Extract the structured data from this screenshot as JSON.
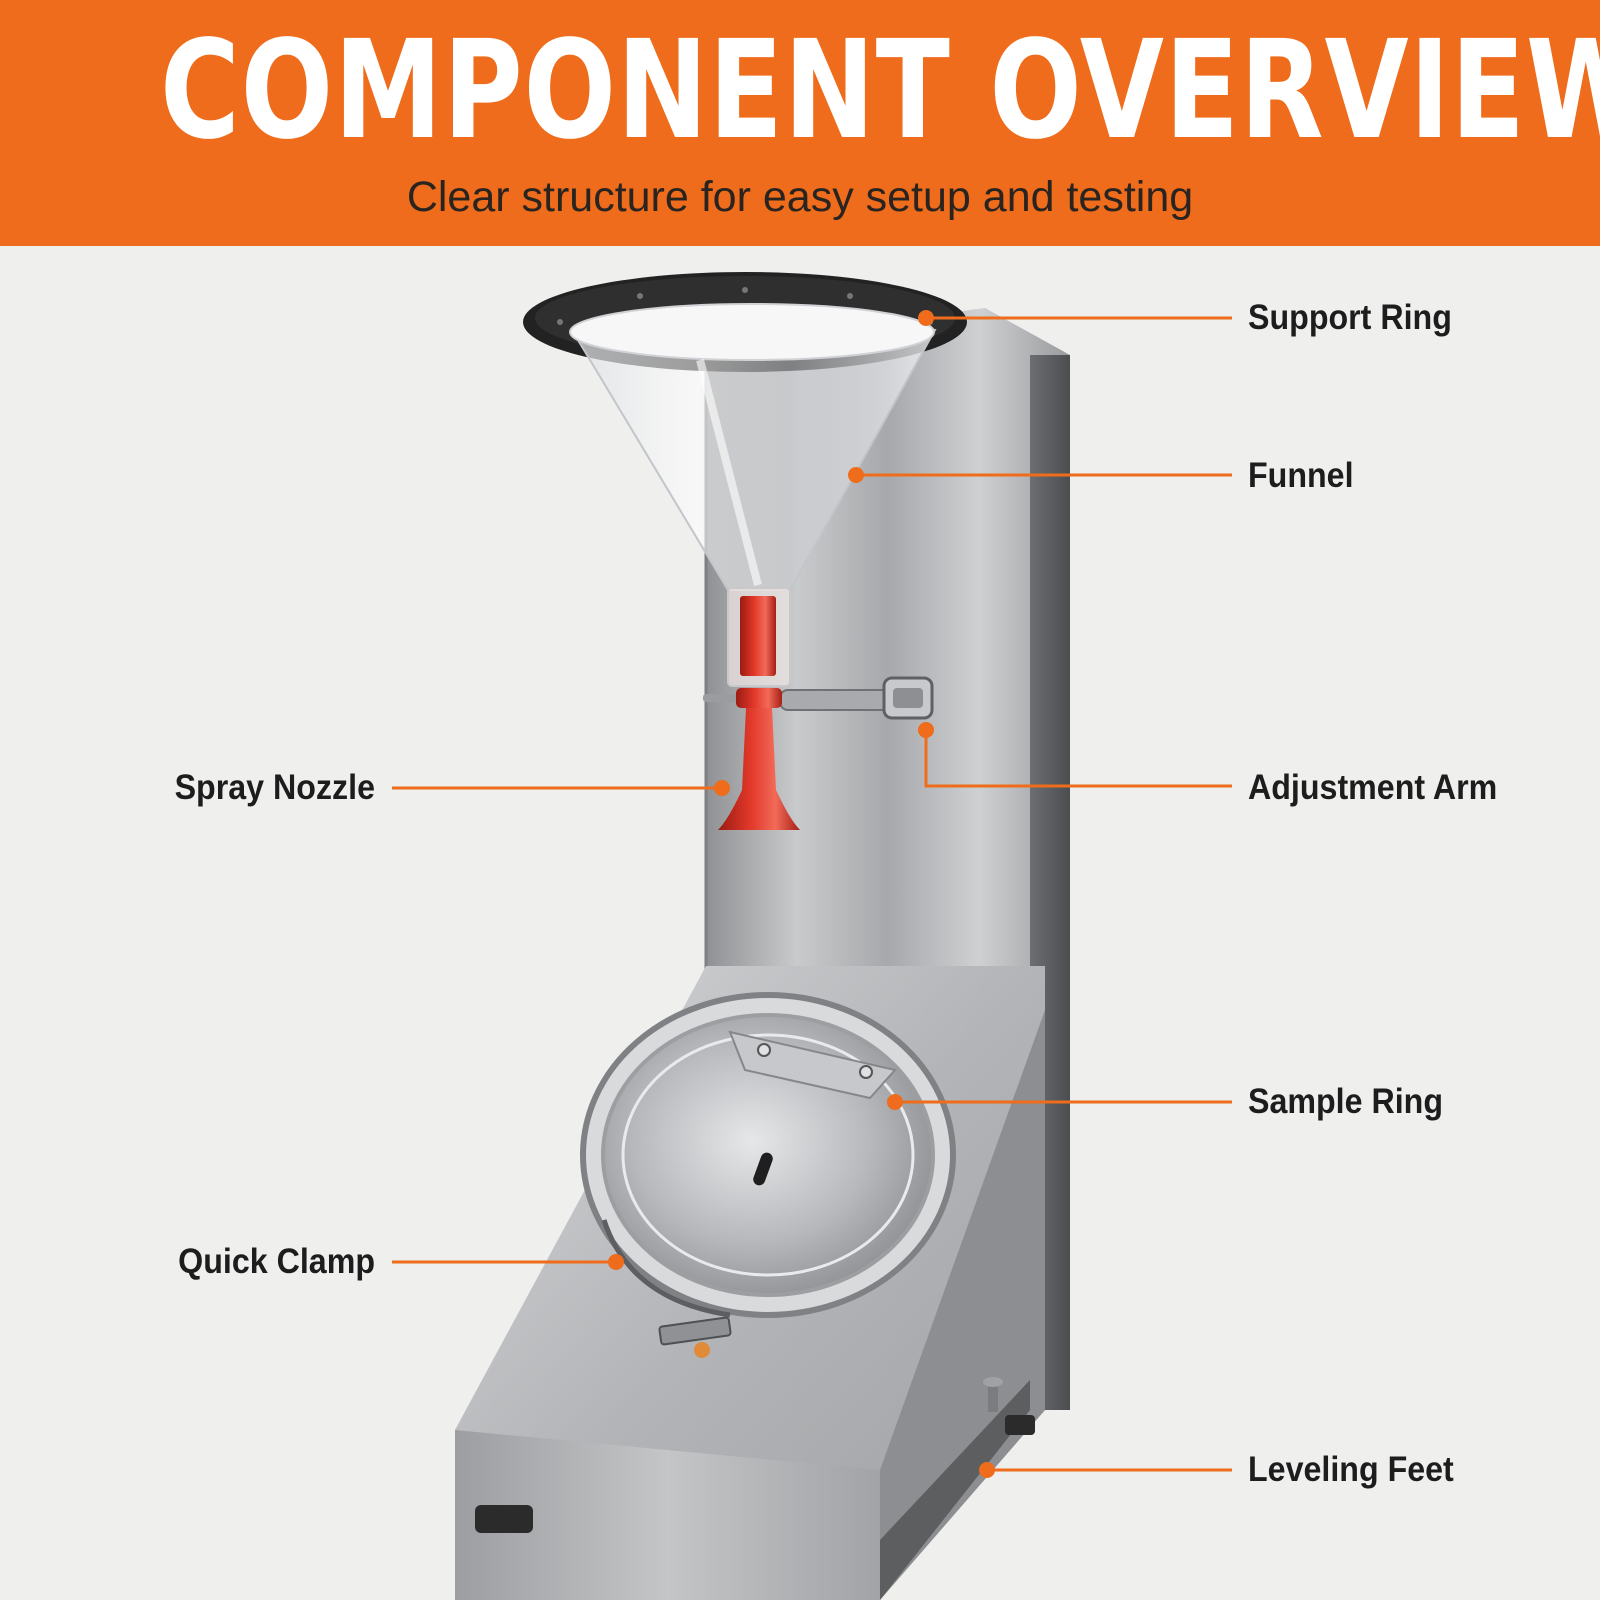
{
  "banner": {
    "title": "COMPONENT OVERVIEW",
    "subtitle": "Clear structure for easy setup and testing"
  },
  "colors": {
    "accent": "#ee6c1b",
    "background": "#efefee",
    "nozzle_red": "#d32a1e",
    "steel": "#b8b9bb"
  },
  "callouts": {
    "support_ring": "Support Ring",
    "funnel": "Funnel",
    "spray_nozzle": "Spray Nozzle",
    "adjustment_arm": "Adjustment Arm",
    "sample_ring": "Sample Ring",
    "quick_clamp": "Quick Clamp",
    "leveling_feet": "Leveling Feet"
  }
}
